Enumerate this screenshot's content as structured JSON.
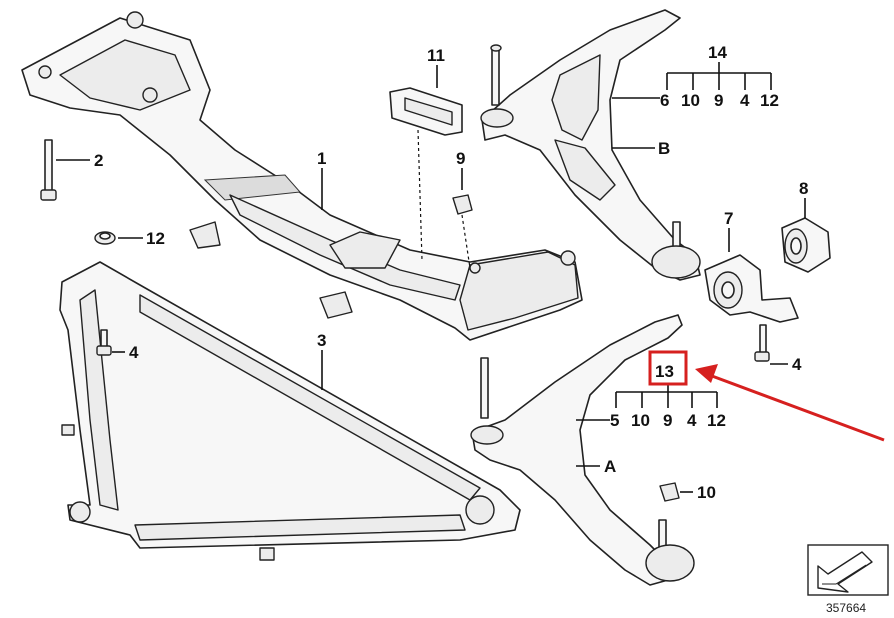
{
  "callouts": {
    "c1": "1",
    "c2": "2",
    "c3": "3",
    "c4a": "4",
    "c4b": "4",
    "c7": "7",
    "c8": "8",
    "c9": "9",
    "c10": "10",
    "c11": "11",
    "c12": "12",
    "cA": "A",
    "cB": "B",
    "c14": "14",
    "c13": "13"
  },
  "group14": {
    "items": [
      "6",
      "10",
      "9",
      "4",
      "12"
    ]
  },
  "group13": {
    "items": [
      "5",
      "10",
      "9",
      "4",
      "12"
    ]
  },
  "reference_number": "357664",
  "colors": {
    "highlight": "#d6201f",
    "ink": "#222222"
  },
  "icons": {
    "corner": "direction-arrow-icon"
  }
}
